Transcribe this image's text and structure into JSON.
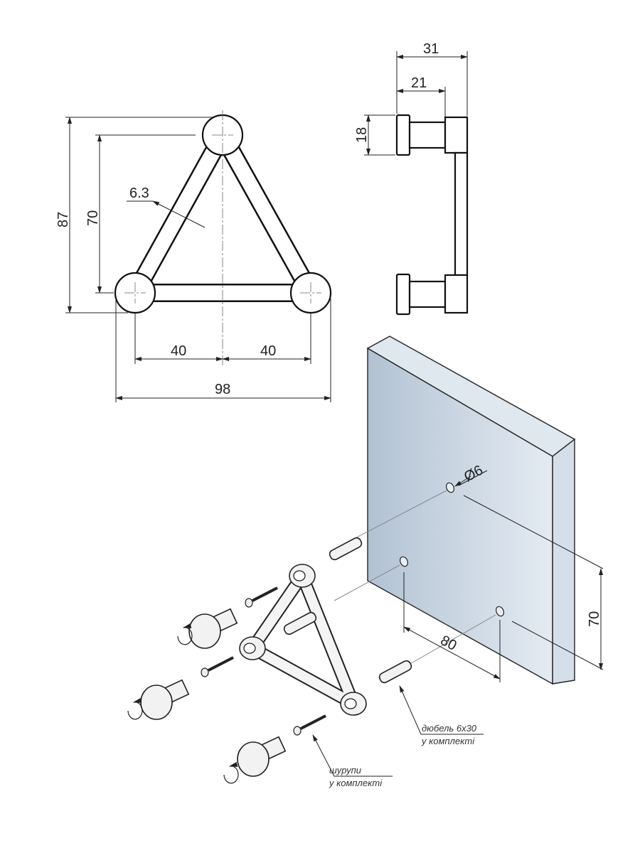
{
  "front_view": {
    "dim_height_total": "87",
    "dim_height_centers": "70",
    "dim_bar": "6.3",
    "dim_left_half": "40",
    "dim_right_half": "40",
    "dim_width_total": "98"
  },
  "side_view": {
    "dim_depth_total": "31",
    "dim_depth_post": "21",
    "dim_flange": "18"
  },
  "assembly": {
    "hole_diameter": "Ø6",
    "dim_horizontal": "80",
    "dim_vertical": "70",
    "note_dowel_line1": "дюбель 6х30",
    "note_dowel_line2": "у комплекті",
    "note_screws_line1": "шурупи",
    "note_screws_line2": "у комплекті"
  },
  "colors": {
    "panel_front": "#b9c8d8",
    "panel_side": "#d8e2ec"
  }
}
